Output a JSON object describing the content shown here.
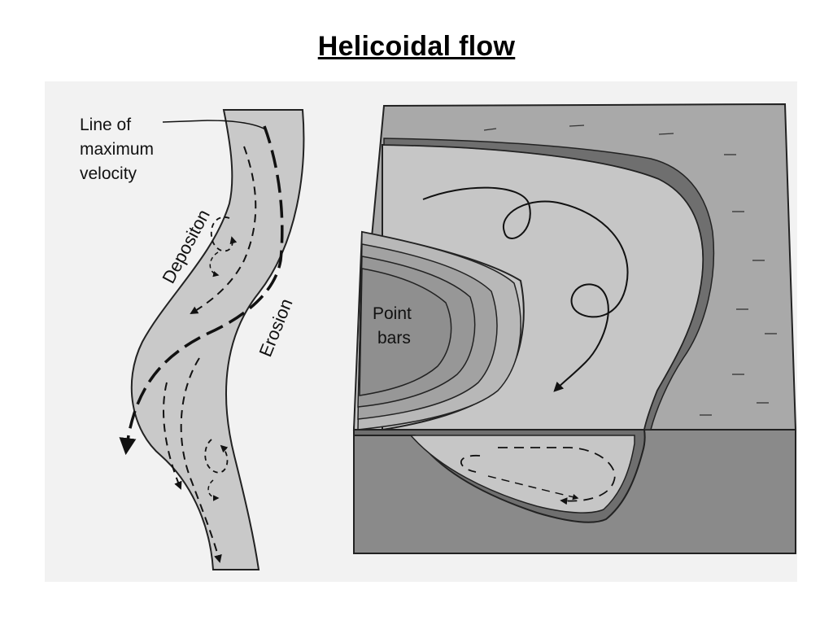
{
  "title": "Helicoidal flow",
  "labels": {
    "line_of_max_velocity": [
      "Line of",
      "maximum",
      "velocity"
    ],
    "deposition": "Depositon",
    "erosion": "Erosion",
    "point_bars": [
      "Point",
      "bars"
    ]
  },
  "colors": {
    "river_fill": "#c9c9c9",
    "bank_top": "#a9a9a9",
    "point_bar": "#8f8f8f",
    "block_front": "#8a8a8a",
    "channel_section": "#c6c6c6",
    "bed_fill": "#7a7a7a"
  }
}
